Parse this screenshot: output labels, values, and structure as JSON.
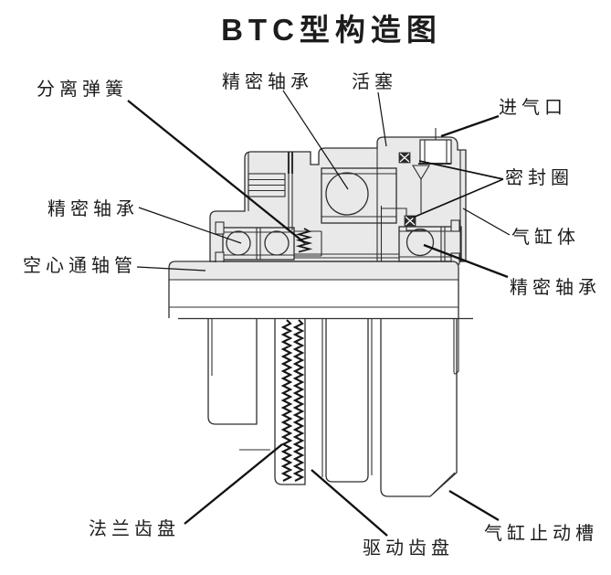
{
  "diagram": {
    "title": "BTC型构造图",
    "labels": {
      "separation_spring": "分离弹簧",
      "precision_bearing_top": "精密轴承",
      "piston": "活塞",
      "air_inlet": "进气口",
      "seal_ring": "密封圈",
      "cylinder_body": "气缸体",
      "precision_bearing_left": "精密轴承",
      "precision_bearing_right": "精密轴承",
      "hollow_shaft_tube": "空心通轴管",
      "flange_gear_disc": "法兰齿盘",
      "drive_gear_disc": "驱动齿盘",
      "cylinder_stop_groove": "气缸止动槽"
    },
    "colors": {
      "background": "#ffffff",
      "body_fill": "#e9e9e9",
      "line": "#2e2e2e",
      "leader": "#111111",
      "text": "#1c1c1c"
    }
  }
}
